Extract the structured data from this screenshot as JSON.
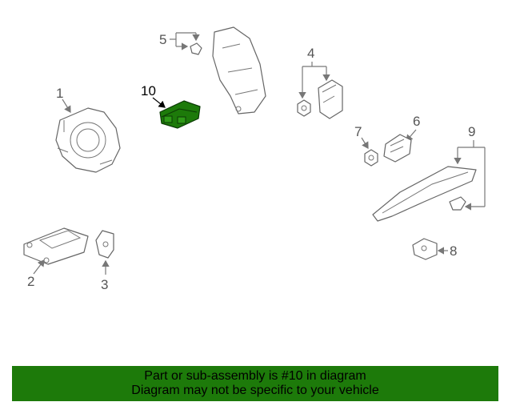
{
  "diagram": {
    "callouts": [
      "1",
      "2",
      "3",
      "4",
      "5",
      "6",
      "7",
      "8",
      "9",
      "10"
    ],
    "highlighted_callout": "10",
    "highlight_color": "#1d7a0a"
  },
  "banner": {
    "line1": "Part or sub-assembly is #10 in diagram",
    "line2": "Diagram may not be specific to your vehicle",
    "background": "#1d7a0a"
  }
}
